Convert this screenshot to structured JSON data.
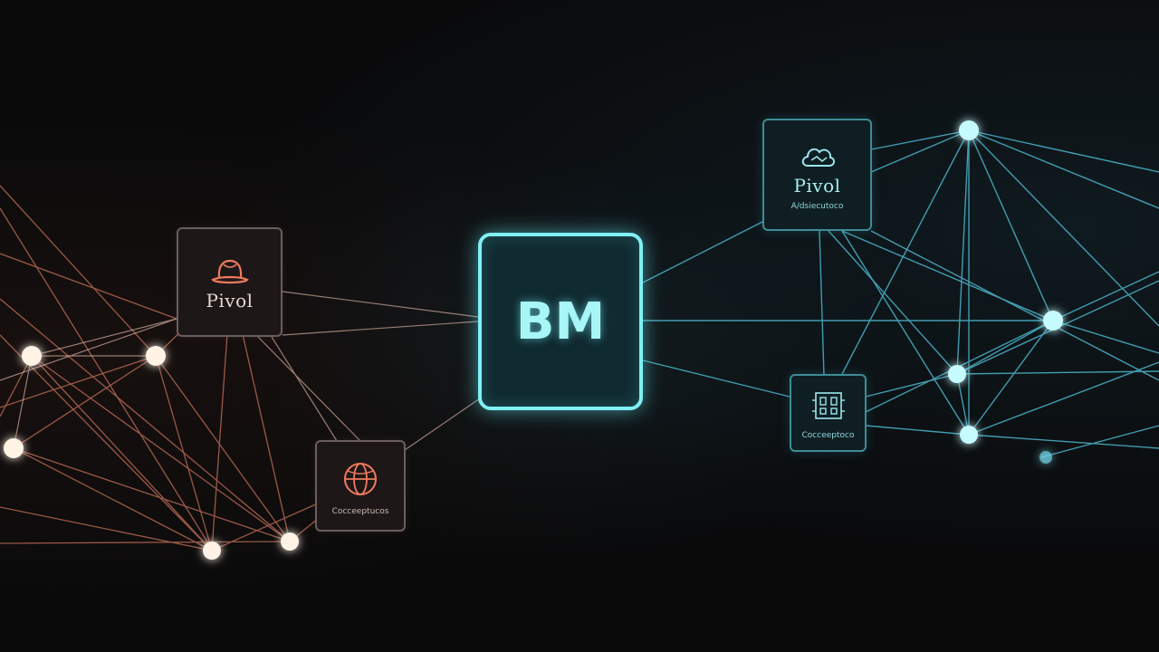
{
  "center": {
    "label": "BM"
  },
  "boxes": {
    "left_top": {
      "label": "Pivol",
      "icon": "hat-icon"
    },
    "left_bottom": {
      "sublabel": "Cocceeptucos",
      "icon": "globe-icon"
    },
    "right_top": {
      "label": "Pivol",
      "sublabel": "A/dsiecutoco",
      "icon": "cloud-icon"
    },
    "right_bottom": {
      "sublabel": "Cocceeptoco",
      "icon": "circuit-icon"
    }
  },
  "colors": {
    "warm_line": "#c8735a",
    "warm_line_light": "#e0b8a8",
    "cool_line": "#4fbfd6",
    "center_glow": "#7ff0f5",
    "node_warm": "#fff3e6",
    "node_cool": "#c6fbff"
  }
}
